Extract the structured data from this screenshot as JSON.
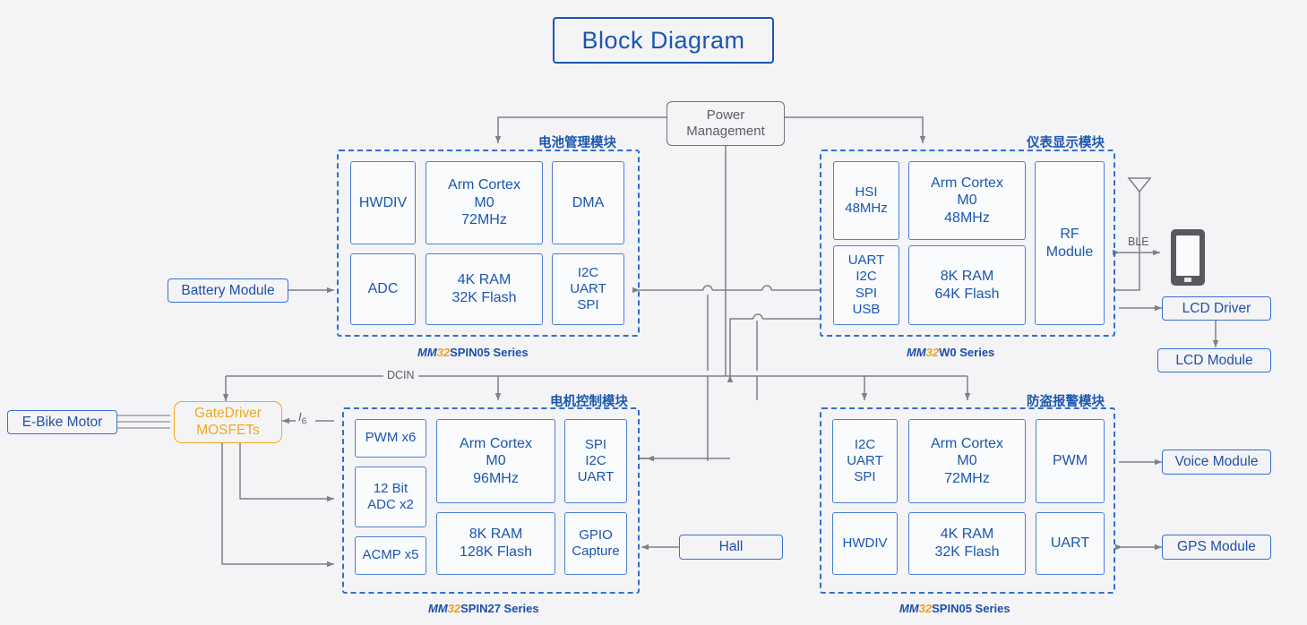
{
  "title": "Block Diagram",
  "power_management": {
    "line1": "Power",
    "line2": "Management"
  },
  "modules": {
    "battery": {
      "label": "电池管理模块",
      "series_mm": "MM",
      "series_32": "32",
      "series_rest": "SPIN05 Series",
      "blocks": [
        {
          "name": "hwdiv",
          "lines": [
            "HWDIV"
          ]
        },
        {
          "name": "core",
          "lines": [
            "Arm Cortex",
            "M0",
            "72MHz"
          ]
        },
        {
          "name": "dma",
          "lines": [
            "DMA"
          ]
        },
        {
          "name": "adc",
          "lines": [
            "ADC"
          ]
        },
        {
          "name": "memory",
          "lines": [
            "4K RAM",
            "32K Flash"
          ]
        },
        {
          "name": "interfaces",
          "lines": [
            "I2C",
            "UART",
            "SPI"
          ]
        }
      ]
    },
    "display": {
      "label": "仪表显示模块",
      "series_mm": "MM",
      "series_32": "32",
      "series_rest": "W0 Series",
      "blocks": [
        {
          "name": "hsi",
          "lines": [
            "HSI",
            "48MHz"
          ]
        },
        {
          "name": "core",
          "lines": [
            "Arm Cortex",
            "M0",
            "48MHz"
          ]
        },
        {
          "name": "rf",
          "lines": [
            "RF",
            "Module"
          ]
        },
        {
          "name": "interfaces",
          "lines": [
            "UART",
            "I2C",
            "SPI",
            "USB"
          ]
        },
        {
          "name": "memory",
          "lines": [
            "8K RAM",
            "64K Flash"
          ]
        }
      ]
    },
    "motor": {
      "label": "电机控制模块",
      "series_mm": "MM",
      "series_32": "32",
      "series_rest": "SPIN27 Series",
      "blocks": [
        {
          "name": "pwm",
          "lines": [
            "PWM x6"
          ]
        },
        {
          "name": "adc",
          "lines": [
            "12 Bit",
            "ADC x2"
          ]
        },
        {
          "name": "acmp",
          "lines": [
            "ACMP x5"
          ]
        },
        {
          "name": "core",
          "lines": [
            "Arm Cortex",
            "M0",
            "96MHz"
          ]
        },
        {
          "name": "memory",
          "lines": [
            "8K RAM",
            "128K Flash"
          ]
        },
        {
          "name": "interfaces",
          "lines": [
            "SPI",
            "I2C",
            "UART"
          ]
        },
        {
          "name": "gpio",
          "lines": [
            "GPIO",
            "Capture"
          ]
        }
      ]
    },
    "alarm": {
      "label": "防盗报警模块",
      "series_mm": "MM",
      "series_32": "32",
      "series_rest": "SPIN05 Series",
      "blocks": [
        {
          "name": "interfaces",
          "lines": [
            "I2C",
            "UART",
            "SPI"
          ]
        },
        {
          "name": "core",
          "lines": [
            "Arm Cortex",
            "M0",
            "72MHz"
          ]
        },
        {
          "name": "pwm",
          "lines": [
            "PWM"
          ]
        },
        {
          "name": "hwdiv",
          "lines": [
            "HWDIV"
          ]
        },
        {
          "name": "memory",
          "lines": [
            "4K RAM",
            "32K Flash"
          ]
        },
        {
          "name": "uart",
          "lines": [
            "UART"
          ]
        }
      ]
    }
  },
  "peripherals": {
    "battery_module": "Battery Module",
    "ebike_motor": "E-Bike Motor",
    "gate_driver_l1": "GateDriver",
    "gate_driver_l2": "MOSFETs",
    "hall": "Hall",
    "lcd_driver": "LCD Driver",
    "lcd_module": "LCD Module",
    "voice_module": "Voice Module",
    "gps_module": "GPS Module"
  },
  "annotations": {
    "dcin": "DCIN",
    "ble": "BLE",
    "six_num": "I",
    "six_den": "6"
  },
  "colors": {
    "accent_blue": "#1a56b0",
    "block_border": "#4a7fd4",
    "dashed_border": "#2f6fd0",
    "orange": "#f0a01e",
    "wire_gray": "#7d8086",
    "background": "#f4f4f6"
  }
}
